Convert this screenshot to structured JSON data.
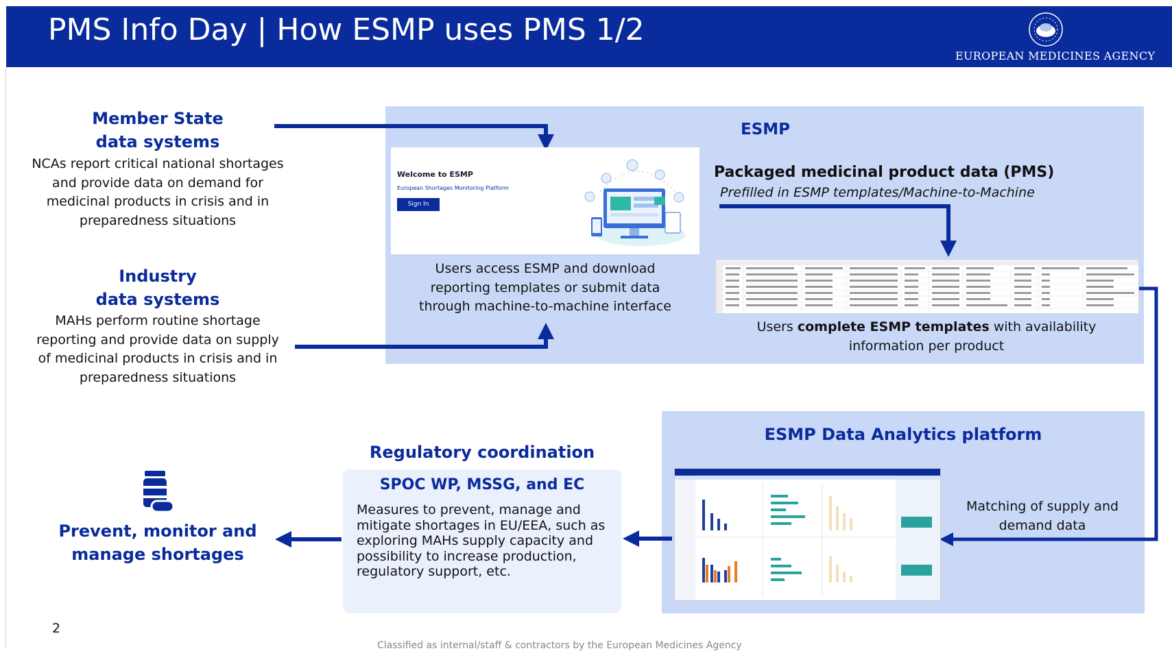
{
  "header": {
    "title": "PMS Info Day | How ESMP uses PMS 1/2",
    "agency": "EUROPEAN MEDICINES AGENCY"
  },
  "member_state": {
    "title_line1": "Member State",
    "title_line2": "data systems",
    "lines": [
      "NCAs report critical national shortages",
      "and provide data on demand for",
      "medicinal products in crisis and in",
      "preparedness situations"
    ]
  },
  "industry": {
    "title_line1": "Industry",
    "title_line2": "data systems",
    "lines": [
      "MAHs perform routine shortage",
      "reporting and provide data on supply",
      "of medicinal products in crisis and in",
      "preparedness situations"
    ]
  },
  "esmp": {
    "label": "ESMP",
    "welcome_title": "Welcome to ESMP",
    "welcome_subtitle": "European Shortages Monitoring Platform",
    "sign_in": "Sign In",
    "users_access_lines": [
      "Users access ESMP and download",
      "reporting templates or submit data",
      "through machine-to-machine interface"
    ],
    "pms_title": "Packaged medicinal product data (PMS)",
    "pms_subtitle": "Prefilled in ESMP templates/Machine-to-Machine",
    "complete_pre": "Users ",
    "complete_bold": "complete ESMP templates",
    "complete_post": " with availability",
    "complete_line2": "information per product"
  },
  "analytics": {
    "title": "ESMP Data Analytics platform",
    "matching_line1": "Matching of supply and",
    "matching_line2": "demand data"
  },
  "regulatory": {
    "title": "Regulatory coordination",
    "subtitle": "SPOC WP, MSSG, and EC",
    "lines": [
      "Measures to prevent, manage and",
      "mitigate shortages in EU/EEA, such as",
      "exploring MAHs supply capacity and",
      "possibility to increase production,",
      "regulatory support, etc."
    ]
  },
  "prevent": {
    "line1": "Prevent, monitor and",
    "line2": "manage shortages"
  },
  "footer": {
    "page_number": "2",
    "classification": "Classified as internal/staff & contractors by the European Medicines Agency"
  },
  "colors": {
    "brand_blue": "#0a2b9c",
    "panel_blue": "#cad8f8",
    "light_panel": "#eaf1fd"
  }
}
